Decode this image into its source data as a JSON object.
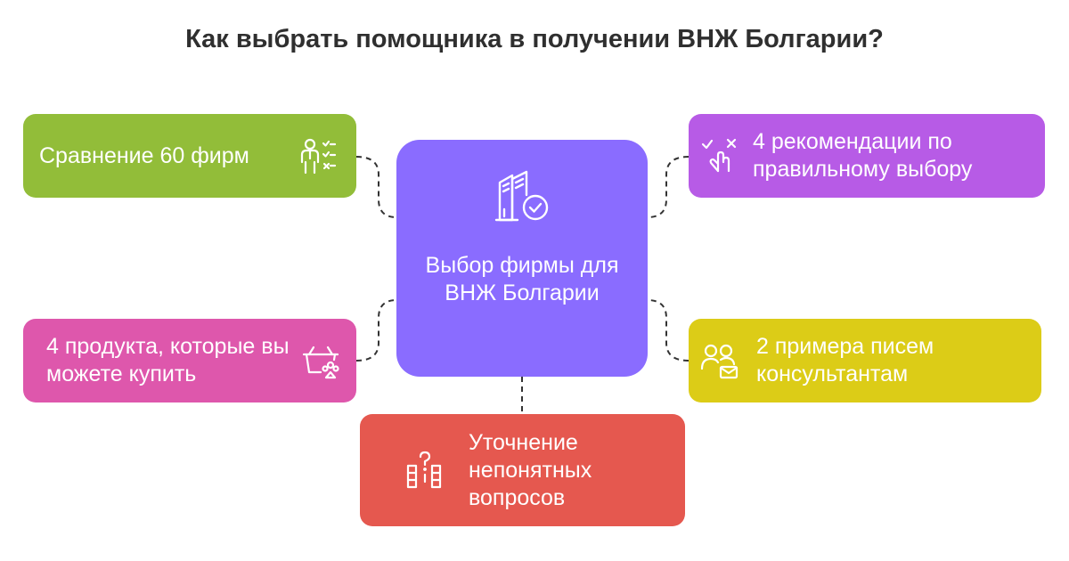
{
  "title": "Как выбрать помощника в получении ВНЖ Болгарии?",
  "colors": {
    "center": "#8a6cff",
    "green": "#92bd39",
    "purple": "#b75be6",
    "pink": "#de57ac",
    "yellow": "#dccc17",
    "red": "#e5584f",
    "connector": "#333333"
  },
  "center": {
    "label": "Выбор фирмы для ВНЖ Болгарии",
    "icon": "building-check-icon"
  },
  "items": [
    {
      "label": "Сравнение 60 фирм",
      "icon": "person-checklist-icon"
    },
    {
      "label": "4 рекомендации по правильному выбору",
      "icon": "hand-choice-icon"
    },
    {
      "label": "4 продукта, которые вы можете купить",
      "icon": "shopping-basket-icon"
    },
    {
      "label": "2 примера писем консультантам",
      "icon": "people-mail-icon"
    },
    {
      "label": "Уточнение непонятных вопросов",
      "icon": "question-blocks-icon"
    }
  ]
}
